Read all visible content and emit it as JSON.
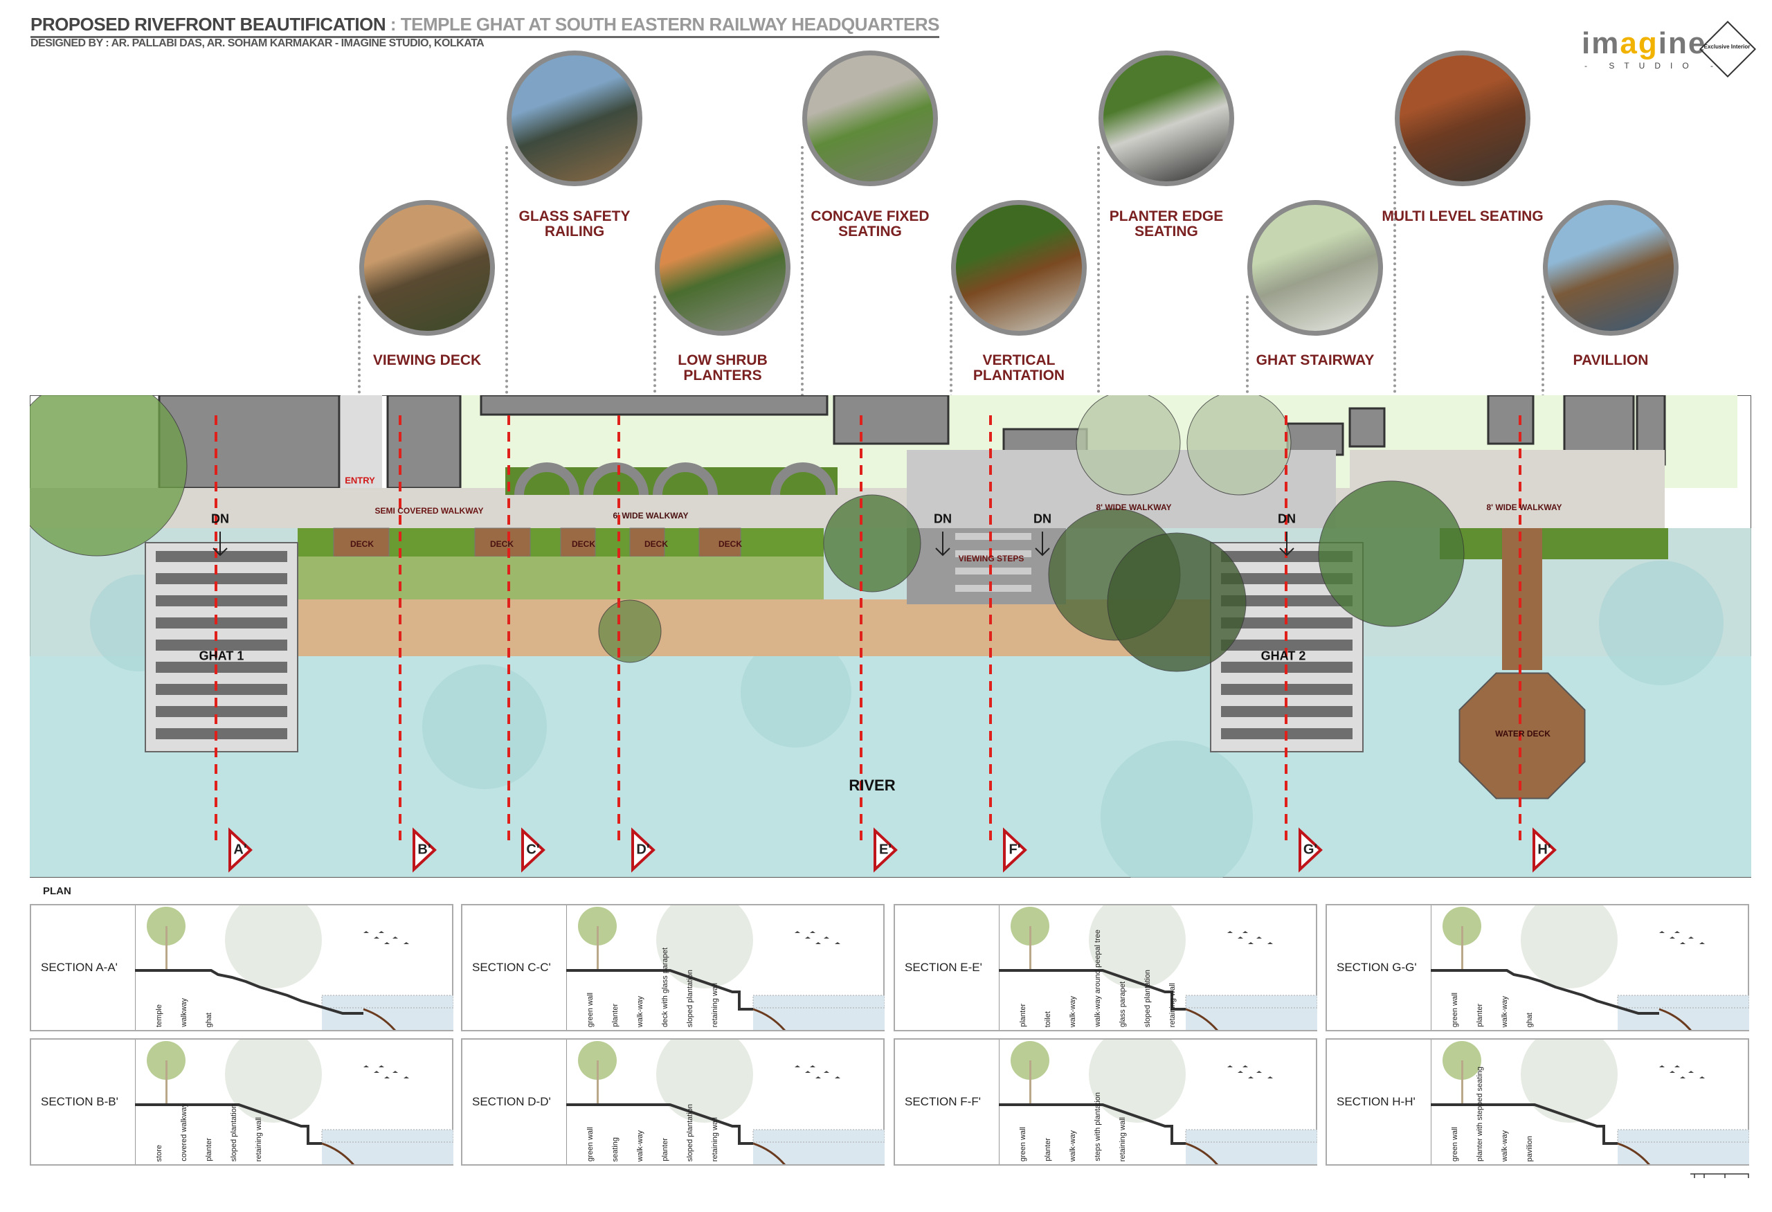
{
  "header": {
    "title_main": "PROPOSED RIVEFRONT BEAUTIFICATION",
    "title_sub": " : TEMPLE GHAT AT SOUTH EASTERN RAILWAY HEADQUARTERS",
    "designed_by": "DESIGNED BY : AR. PALLABI DAS, AR. SOHAM KARMAKAR - IMAGINE STUDIO, KOLKATA"
  },
  "logo": {
    "word_a": "im",
    "word_oo": "ag",
    "word_b": "ine",
    "studio": "- STUDIO -",
    "badge": "Exclusive Interior"
  },
  "features": [
    {
      "label": "GLASS SAFETY RAILING",
      "colors": [
        "#7ea3c4",
        "#3d4a3e",
        "#8a6a45"
      ]
    },
    {
      "label": "CONCAVE FIXED SEATING",
      "colors": [
        "#b9b5aa",
        "#5f8a3a",
        "#7b7b70"
      ]
    },
    {
      "label": "PLANTER EDGE SEATING",
      "colors": [
        "#4e7a2d",
        "#cfcfca",
        "#2b2b2b"
      ]
    },
    {
      "label": "MULTI LEVEL SEATING",
      "colors": [
        "#a4532a",
        "#6d3b22",
        "#3a3630"
      ]
    },
    {
      "label": "VIEWING DECK",
      "colors": [
        "#c89a6b",
        "#5a4a32",
        "#3c4a2a"
      ]
    },
    {
      "label": "LOW SHRUB PLANTERS",
      "colors": [
        "#d98a4a",
        "#4a6d2f",
        "#8b8b85"
      ]
    },
    {
      "label": "VERTICAL PLANTATION",
      "colors": [
        "#3f6a22",
        "#7a4a22",
        "#c9c9c0"
      ]
    },
    {
      "label": "GHAT STAIRWAY",
      "colors": [
        "#c5d6b0",
        "#9aa08c",
        "#e8eae4"
      ]
    },
    {
      "label": "PAVILLION",
      "colors": [
        "#8fb8d6",
        "#7a5a3a",
        "#3a5a78"
      ]
    }
  ],
  "plan": {
    "label": "PLAN",
    "entry": "ENTRY",
    "semi_covered": "SEMI COVERED WALKWAY",
    "walkway_6": "6' WIDE WALKWAY",
    "walkway_8a": "8' WIDE WALKWAY",
    "walkway_8b": "8' WIDE WALKWAY",
    "deck": [
      "DECK",
      "DECK",
      "DECK",
      "DECK",
      "DECK"
    ],
    "dn": [
      "DN",
      "DN",
      "DN",
      "DN"
    ],
    "viewing_steps": "VIEWING STEPS",
    "ghat1": "GHAT 1",
    "ghat2": "GHAT 2",
    "water_deck": "WATER DECK",
    "river": "RIVER",
    "cuts": [
      "A'",
      "B'",
      "C'",
      "D'",
      "E'",
      "F'",
      "G'",
      "H'"
    ],
    "colors": {
      "water": "#bfe3e3",
      "cut": "#e0211b",
      "pavement": "#d9d7d0",
      "grass": "#9cb86a",
      "sand": "#d9b48a",
      "deck": "#9a6a45",
      "building": "#8a8a8a",
      "lawn": "#eaf7dd"
    }
  },
  "sections": [
    {
      "name": "SECTION A-A'",
      "labels": [
        "temple",
        "walkway",
        "ghat"
      ]
    },
    {
      "name": "SECTION C-C'",
      "labels": [
        "green wall",
        "planter",
        "walk-way",
        "deck with glass parapet",
        "sloped plantation",
        "retaining wall"
      ]
    },
    {
      "name": "SECTION E-E'",
      "labels": [
        "planter",
        "toilet",
        "walk-way",
        "walk-way around peepal tree",
        "glass parapet",
        "sloped plantation",
        "retaining wall"
      ]
    },
    {
      "name": "SECTION G-G'",
      "labels": [
        "green wall",
        "planter",
        "walk-way",
        "ghat"
      ]
    },
    {
      "name": "SECTION B-B'",
      "labels": [
        "store",
        "covered walkway",
        "planter",
        "sloped plantation",
        "retaining wall"
      ]
    },
    {
      "name": "SECTION D-D'",
      "labels": [
        "green wall",
        "seating",
        "walk-way",
        "planter",
        "sloped plantation",
        "retaining wall"
      ]
    },
    {
      "name": "SECTION F-F'",
      "labels": [
        "green wall",
        "planter",
        "walk-way",
        "steps with plantation",
        "retaining wall"
      ]
    },
    {
      "name": "SECTION H-H'",
      "labels": [
        "green wall",
        "planter with stepped seating",
        "walk-way",
        "pavilion"
      ]
    }
  ]
}
